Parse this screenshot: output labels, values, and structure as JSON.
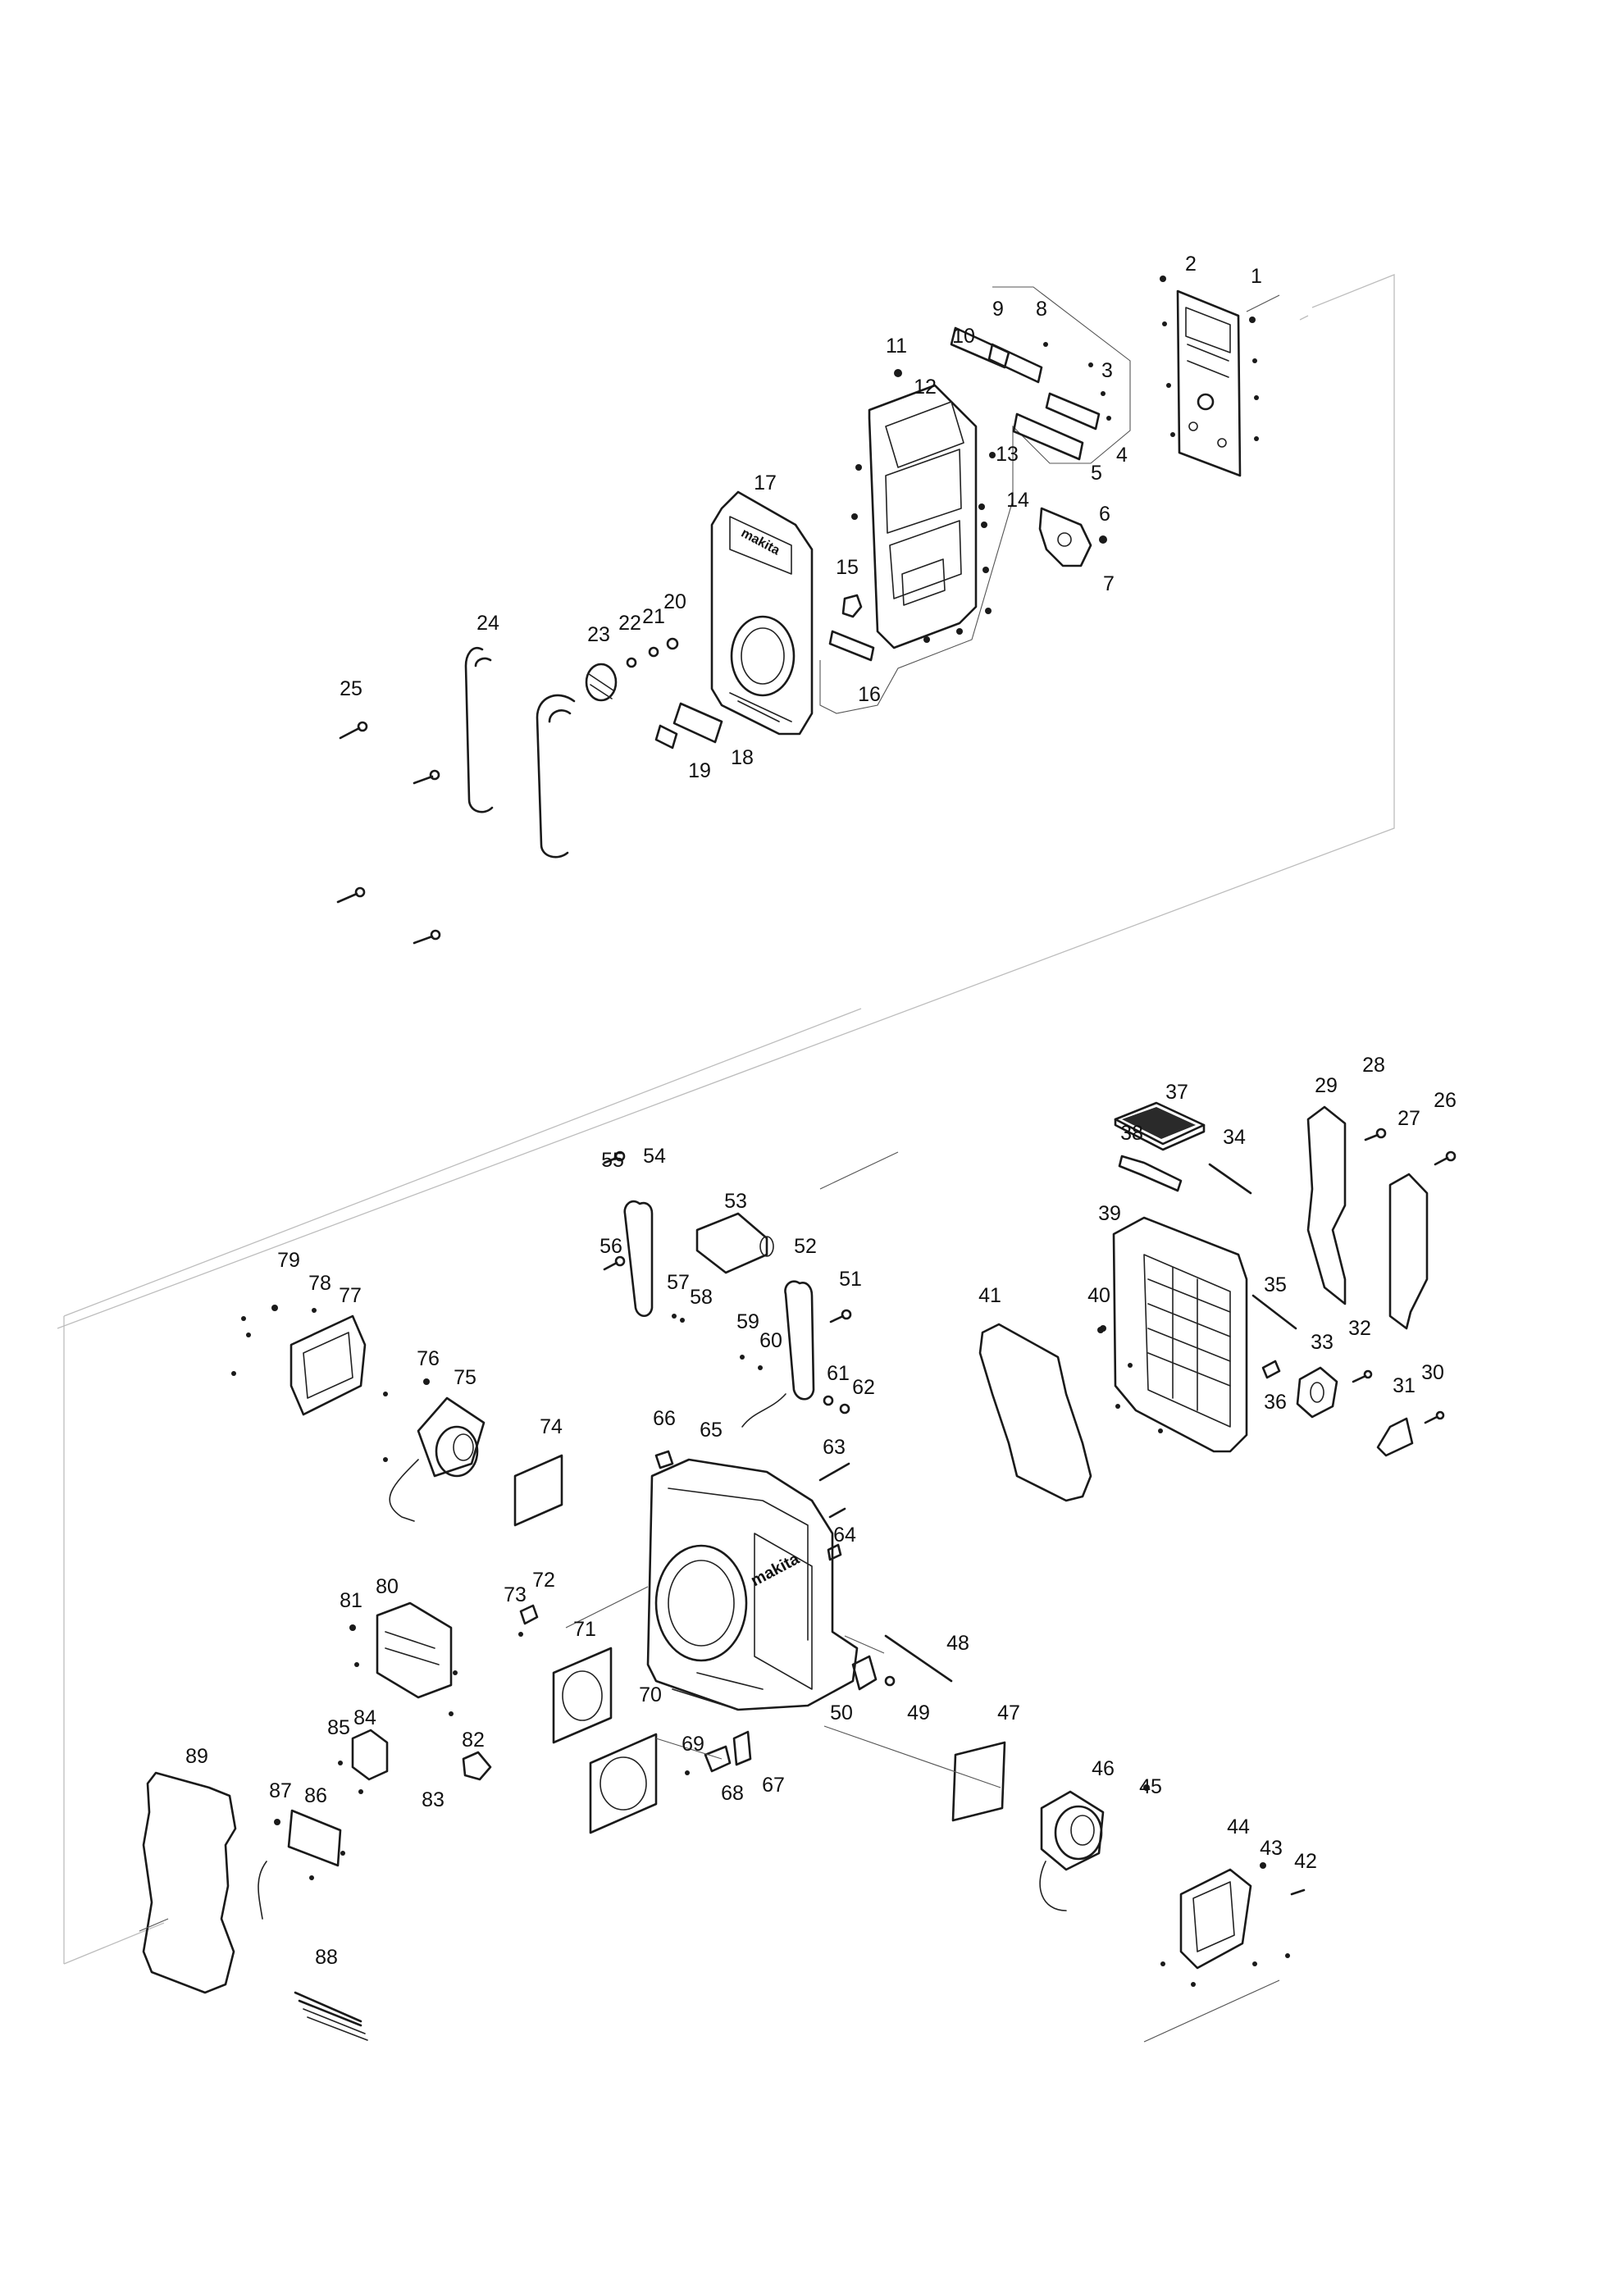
{
  "labels": [
    "1",
    "2",
    "3",
    "4",
    "5",
    "6",
    "7",
    "8",
    "9",
    "10",
    "11",
    "12",
    "13",
    "14",
    "15",
    "16",
    "17",
    "18",
    "19",
    "20",
    "21",
    "22",
    "23",
    "24",
    "25",
    "26",
    "27",
    "28",
    "29",
    "30",
    "31",
    "32",
    "33",
    "34",
    "35",
    "36",
    "37",
    "38",
    "39",
    "40",
    "41",
    "42",
    "43",
    "44",
    "45",
    "46",
    "47",
    "48",
    "49",
    "50",
    "51",
    "52",
    "53",
    "54",
    "55",
    "56",
    "57",
    "58",
    "59",
    "60",
    "61",
    "62",
    "63",
    "64",
    "65",
    "66",
    "67",
    "68",
    "69",
    "70",
    "71",
    "72",
    "73",
    "74",
    "75",
    "76",
    "77",
    "78",
    "79",
    "80",
    "81",
    "82",
    "83",
    "84",
    "85",
    "86",
    "87",
    "88",
    "89"
  ],
  "logo_text": "makita"
}
